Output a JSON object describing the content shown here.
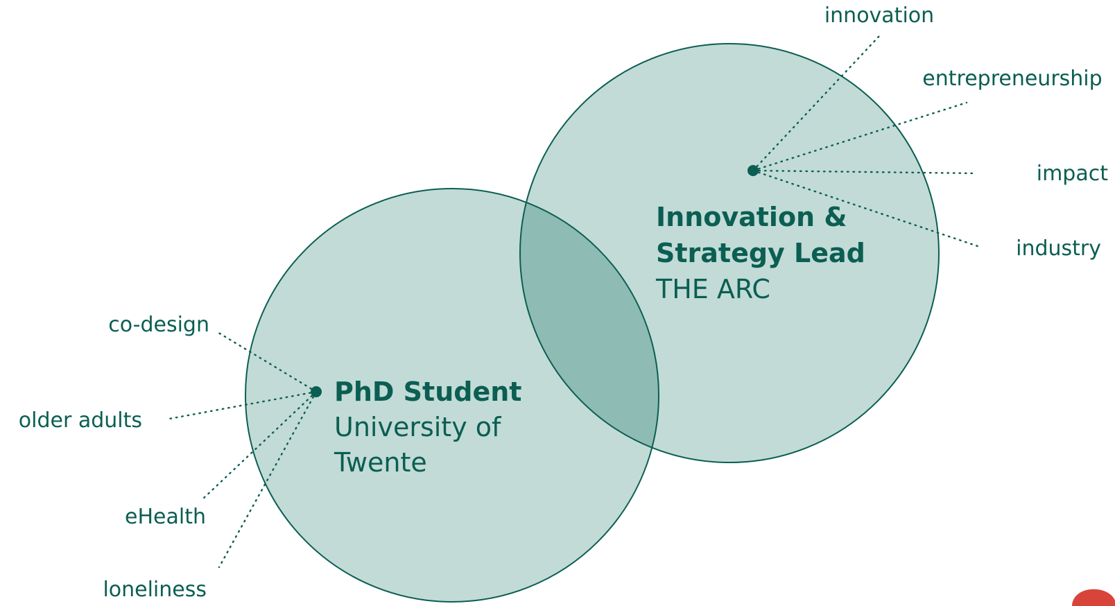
{
  "colors": {
    "circle_fill": "#c2dbd7",
    "circle_stroke": "#0b5e52",
    "overlap_fill": "#8fbbb5",
    "text": "#0b5e52"
  },
  "roles": {
    "phd": {
      "title": "PhD Student",
      "org_line1": "University of",
      "org_line2": "Twente"
    },
    "lead": {
      "title_line1": "Innovation &",
      "title_line2": "Strategy Lead",
      "org": "THE ARC"
    }
  },
  "keywords_left": [
    "co-design",
    "older adults",
    "eHealth",
    "loneliness"
  ],
  "keywords_right": [
    "innovation",
    "entrepreneurship",
    "impact",
    "industry"
  ]
}
